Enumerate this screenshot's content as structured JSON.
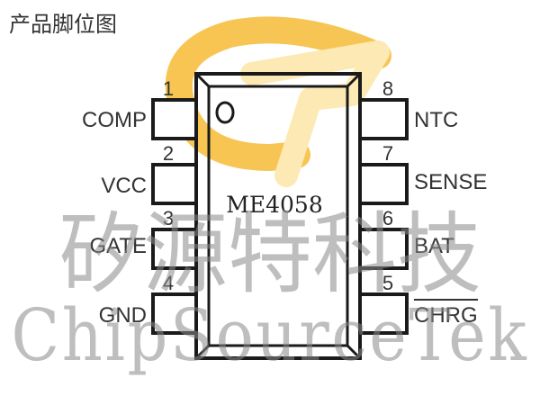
{
  "title": "产品脚位图",
  "chip": {
    "label": "ME4058"
  },
  "watermark": {
    "chinese": "矽源特科技",
    "english": "ChipSourceTek",
    "logo_colors": [
      "#f5b21a",
      "#fde9a8"
    ]
  },
  "colors": {
    "outline": "#1a1a1a",
    "text": "#333333",
    "watermark": "#8a8a8a"
  },
  "pins": {
    "left": [
      {
        "number": "1",
        "label": "COMP"
      },
      {
        "number": "2",
        "label": "VCC"
      },
      {
        "number": "3",
        "label": "GATE"
      },
      {
        "number": "4",
        "label": "GND"
      }
    ],
    "right": [
      {
        "number": "8",
        "label": "NTC"
      },
      {
        "number": "7",
        "label": "SENSE"
      },
      {
        "number": "6",
        "label": "BAT"
      },
      {
        "number": "5",
        "label": "CHRG",
        "overline": true
      }
    ]
  }
}
